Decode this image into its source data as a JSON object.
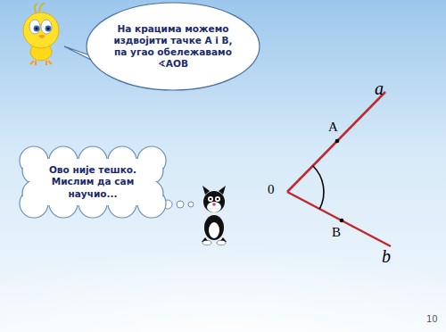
{
  "diagram": {
    "nodes": [
      {
        "text": [
          "На крацима можемо издвојити тачке А і В, па угао обележавамо ∢АОВ"
        ]
      },
      {
        "text": [
          "Ово није тешко. Мислим да сам научио..."
        ]
      }
    ],
    "labels": [
      "a",
      "A",
      "0",
      "B",
      "b",
      "10"
    ]
  }
}
